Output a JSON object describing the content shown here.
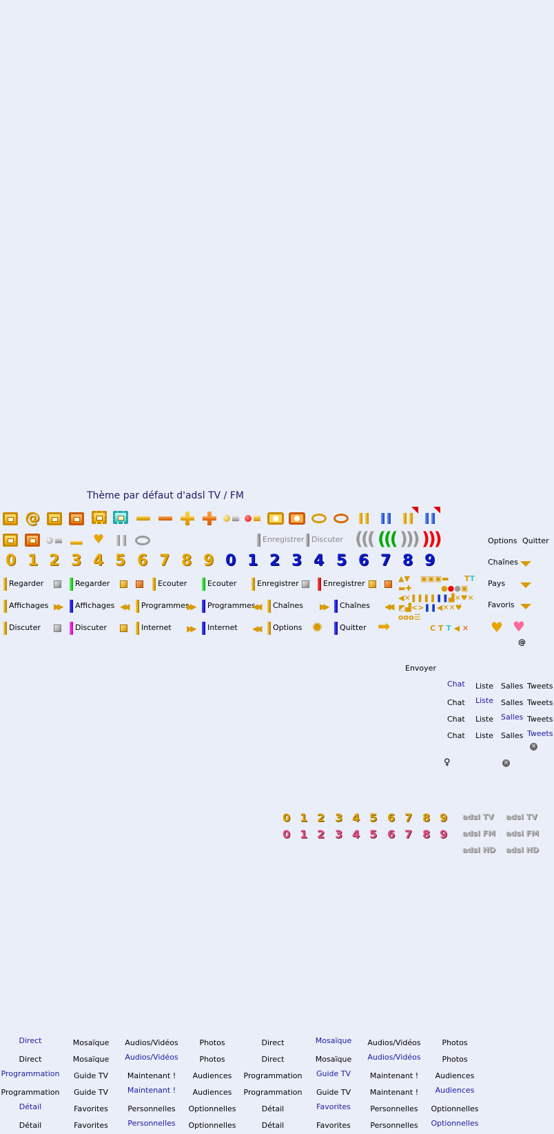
{
  "title": "Thème par défaut d'adsl TV / FM",
  "buttons_row1": [
    "Regarder",
    "Regarder",
    "Ecouter",
    "Ecouter",
    "Enregistrer",
    "Enregistrer"
  ],
  "buttons_row2": [
    "Affichages",
    "Affichages",
    "Programmes",
    "Programmes",
    "Chaînes",
    "Chaînes"
  ],
  "buttons_row3": [
    "Discuter",
    "Discuter",
    "Internet",
    "Internet",
    "Options",
    "Quitter"
  ],
  "dim_buttons": [
    "Enregistrer",
    "Discuter"
  ],
  "side_menu": [
    "Options",
    "Quitter",
    "Chaînes",
    "Pays",
    "Favoris"
  ],
  "digits": [
    "0",
    "1",
    "2",
    "3",
    "4",
    "5",
    "6",
    "7",
    "8",
    "9"
  ],
  "at_sign": "@",
  "send_label": "Envoyer",
  "chat_tabs": [
    "Chat",
    "Liste",
    "Salles",
    "Tweets"
  ],
  "close_glyph": "×",
  "user_glyph": "♀",
  "logos": [
    "adsl TV",
    "adsl TV",
    "adsl FM",
    "adsl FM",
    "adsl HD",
    "adsl HD"
  ],
  "nav_tabs": {
    "row1": [
      "Direct",
      "Mosaïque",
      "Audios/Vidéos",
      "Photos",
      "Direct",
      "Mosaïque",
      "Audios/Vidéos",
      "Photos"
    ],
    "row2": [
      "Programmation",
      "Guide TV",
      "Maintenant !",
      "Audiences",
      "Programmation",
      "Guide TV",
      "Maintenant !",
      "Audiences"
    ],
    "row3": [
      "Détail",
      "Favorites",
      "Personnelles",
      "Optionnelles",
      "Détail",
      "Favorites",
      "Personnelles",
      "Optionnelles"
    ]
  },
  "colors": {
    "background": "#eaeef8",
    "accent_yellow": "#e6a800",
    "accent_blue": "#0a1acc",
    "link_blue": "#1a1aa0"
  }
}
